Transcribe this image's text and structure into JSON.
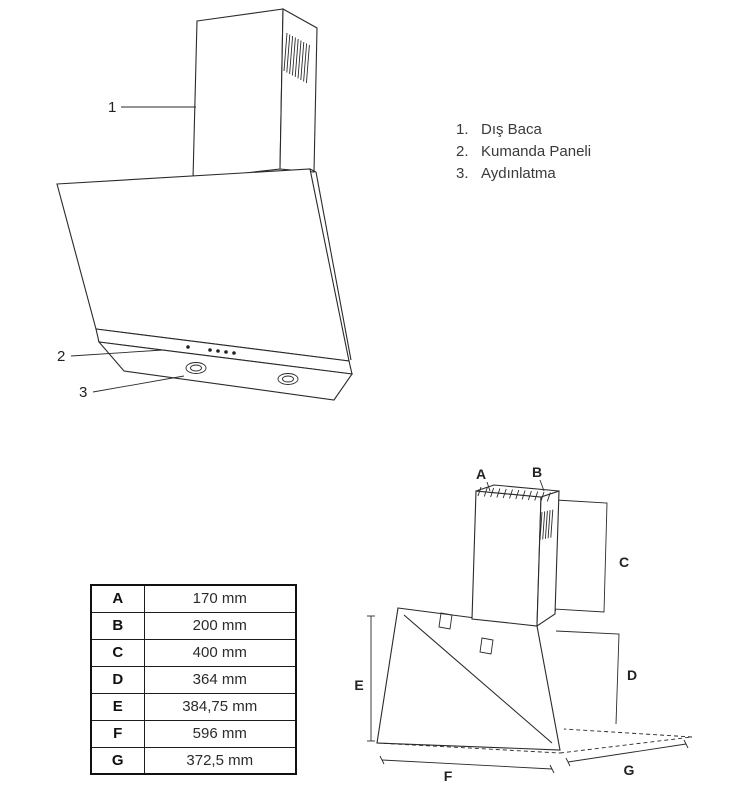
{
  "parts_figure": {
    "callouts": [
      {
        "num": "1"
      },
      {
        "num": "2"
      },
      {
        "num": "3"
      }
    ]
  },
  "parts_legend": {
    "items": [
      {
        "num": "1.",
        "label": "Dış Baca"
      },
      {
        "num": "2.",
        "label": "Kumanda Paneli"
      },
      {
        "num": "3.",
        "label": "Aydınlatma"
      }
    ]
  },
  "dimensions_table": {
    "rows": [
      {
        "letter": "A",
        "value": "170 mm"
      },
      {
        "letter": "B",
        "value": "200 mm"
      },
      {
        "letter": "C",
        "value": "400 mm"
      },
      {
        "letter": "D",
        "value": "364 mm"
      },
      {
        "letter": "E",
        "value": "384,75 mm"
      },
      {
        "letter": "F",
        "value": "596 mm"
      },
      {
        "letter": "G",
        "value": "372,5 mm"
      }
    ]
  },
  "dimensions_figure": {
    "labels": {
      "A": "A",
      "B": "B",
      "C": "C",
      "D": "D",
      "E": "E",
      "F": "F",
      "G": "G"
    }
  }
}
